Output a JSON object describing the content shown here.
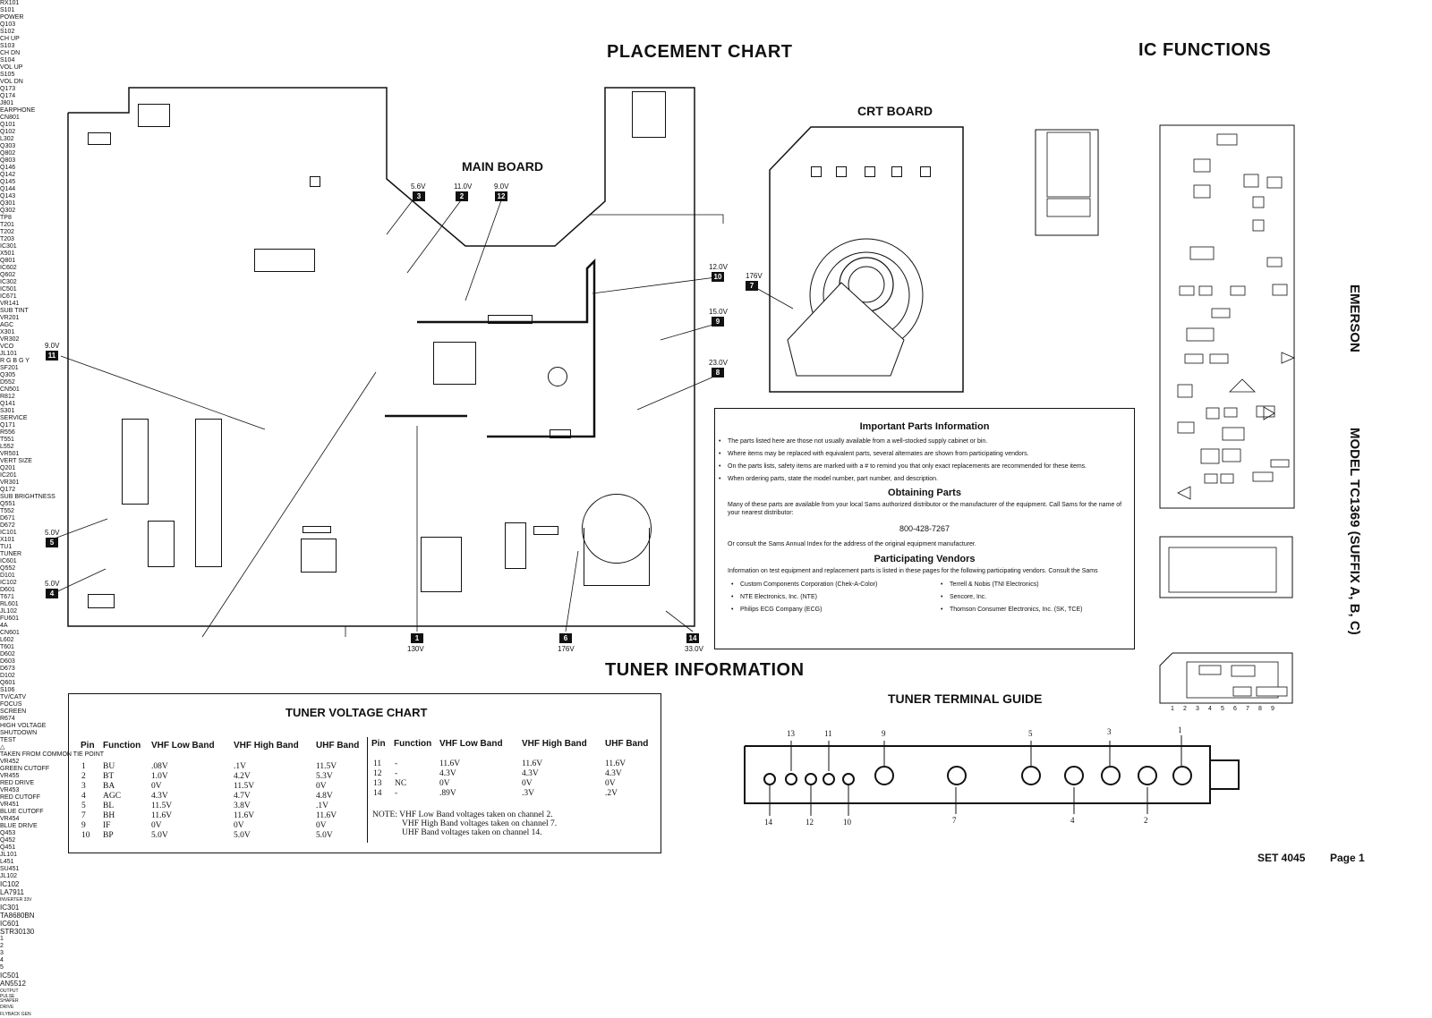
{
  "titles": {
    "placement_chart": "PLACEMENT CHART",
    "ic_functions": "IC FUNCTIONS",
    "main_board": "MAIN BOARD",
    "crt_board": "CRT BOARD",
    "tuner_information": "TUNER INFORMATION",
    "tuner_voltage_chart": "TUNER VOLTAGE CHART",
    "tuner_terminal_guide": "TUNER TERMINAL GUIDE"
  },
  "side_text": {
    "brand": "EMERSON",
    "model": "MODEL TC1369 (SUFFIX A, B, C)"
  },
  "footer": {
    "set": "SET 4045",
    "page": "Page 1"
  },
  "main_board_labels": {
    "rx101": "RX101",
    "s101": "S101",
    "power": "POWER",
    "q103": "Q103",
    "s102": "S102",
    "s103": "S103",
    "s104": "S104",
    "s105": "S105",
    "ch_up": "CH UP",
    "ch_dn": "CH DN",
    "vol_up": "VOL UP",
    "vol_dn": "VOL DN",
    "q173": "Q173",
    "q174": "Q174",
    "j801": "J801",
    "earphone": "EARPHONE",
    "cn801": "CN801",
    "q101": "Q101",
    "q102": "Q102",
    "l302": "L302",
    "q303": "Q303",
    "q802": "Q802",
    "q803": "Q803",
    "q146": "Q146",
    "q142": "Q142",
    "q145": "Q145",
    "q144": "Q144",
    "q143": "Q143",
    "q301": "Q301",
    "q302": "Q302",
    "tp8": "TP8",
    "t201": "T201",
    "t202": "T202",
    "t203": "T203",
    "ic301": "IC301",
    "x501": "X501",
    "q801": "Q801",
    "ic602": "IC602",
    "q602": "Q602",
    "ic302": "IC302",
    "ic501": "IC501",
    "ic671": "IC671",
    "vr141": "VR141",
    "sub_tint": "SUB TINT",
    "vr201": "VR201",
    "agc": "AGC",
    "x301": "X301",
    "vr302": "VR302",
    "vco": "VCO",
    "jl101": "JL101",
    "jl101_pins": "R G B G Y",
    "sf201": "SF201",
    "q305": "Q305",
    "d552": "D552",
    "cn501": "CN501",
    "r812": "R812",
    "q141": "Q141",
    "s301": "S301",
    "service": "SERVICE",
    "q171": "Q171",
    "r556": "R556",
    "t551": "T551",
    "l552": "L552",
    "vr501": "VR501",
    "vert_size": "VERT SIZE",
    "q201": "Q201",
    "ic201": "IC201",
    "vr301": "VR301",
    "q172": "Q172",
    "sub_brightness": "SUB BRIGHTNESS",
    "q551": "Q551",
    "t552": "T552",
    "d671": "D671",
    "d672": "D672",
    "ic101": "IC101",
    "x101": "X101",
    "tu1": "TU1",
    "tuner": "TUNER",
    "ic601": "IC601",
    "q552": "Q552",
    "d101": "D101",
    "ic102": "IC102",
    "d601": "D601",
    "t671": "T671",
    "rl601": "RL601",
    "jl102": "JL102",
    "fu601": "FU601",
    "fu601_rating": "4A",
    "cn601": "CN601",
    "l602": "L602",
    "t601": "T601",
    "d602": "D602",
    "d603": "D603",
    "d673": "D673",
    "d102": "D102",
    "q601": "Q601",
    "s106": "S106",
    "tv_catv": "TV/CATV",
    "focus": "FOCUS",
    "screen": "SCREEN",
    "r674": "R674",
    "hv_shutdown": "HIGH VOLTAGE SHUTDOWN TEST",
    "common_tie": "TAKEN FROM COMMON TIE POINT"
  },
  "test_points": [
    {
      "num": "3",
      "volt": "5.6V"
    },
    {
      "num": "2",
      "volt": "11.0V"
    },
    {
      "num": "12",
      "volt": "9.0V"
    },
    {
      "num": "10",
      "volt": "12.0V"
    },
    {
      "num": "9",
      "volt": "15.0V"
    },
    {
      "num": "8",
      "volt": "23.0V"
    },
    {
      "num": "11",
      "volt": "9.0V"
    },
    {
      "num": "5",
      "volt": "5.0V"
    },
    {
      "num": "4",
      "volt": "5.0V"
    },
    {
      "num": "1",
      "volt": "130V"
    },
    {
      "num": "6",
      "volt": "176V"
    },
    {
      "num": "14",
      "volt": "33.0V"
    },
    {
      "num": "7",
      "volt": "176V"
    }
  ],
  "crt_labels": {
    "vr452": "VR452",
    "green_cutoff": "GREEN CUTOFF",
    "vr455": "VR455",
    "red_drive": "RED DRIVE",
    "vr453": "VR453",
    "red_cutoff": "RED CUTOFF",
    "vr451": "VR451",
    "blue_cutoff": "BLUE CUTOFF",
    "vr454": "VR454",
    "blue_drive": "BLUE DRIVE",
    "q453": "Q453",
    "q452": "Q452",
    "q451": "Q451",
    "jl101": "JL101",
    "l451": "L451",
    "su451": "SU451",
    "jl102": "JL102"
  },
  "ic_diagrams": {
    "ic102": {
      "name": "IC102",
      "part": "LA7911",
      "inverter": "INVERTER 33V"
    },
    "ic301": {
      "name": "IC301",
      "part": "TA8680BN"
    },
    "ic601": {
      "name": "IC601",
      "part": "STR30130",
      "pins": [
        "1",
        "2",
        "3",
        "4",
        "5"
      ]
    },
    "ic501": {
      "name": "IC501",
      "part": "AN5512",
      "blocks": [
        "OUTPUT",
        "PULSE SHAPER",
        "DRIVE",
        "FLYBACK GEN"
      ],
      "pins": [
        "1",
        "2",
        "3",
        "4",
        "5",
        "6",
        "7",
        "8",
        "9"
      ]
    }
  },
  "parts_info": {
    "important_title": "Important Parts Information",
    "bullets": [
      "The parts listed here are those not usually available from a well-stocked supply cabinet or bin.",
      "Where items may be replaced with equivalent parts, several alternates are shown from participating vendors.",
      "On the parts lists, safety items are marked with a # to remind you that only exact replacements are recommended for these items.",
      "When ordering parts, state the model number, part number, and description."
    ],
    "obtaining_title": "Obtaining Parts",
    "obtaining_text": "Many of these parts are available from your local Sams authorized distributor or the manufacturer of the equipment.  Call Sams for the name of your nearest distributor:",
    "phone": "800-428-7267",
    "consult_text": "Or consult the Sams Annual Index for the address of the original equipment manufacturer.",
    "vendors_title": "Participating Vendors",
    "vendors_text": "Information on test equipment and replacement parts is listed in these pages for the following participating vendors.  Consult the Sams",
    "vendors": [
      "Custom Components Corporation (Chek-A-Color)",
      "Terrell & Nobis (TNI Electronics)",
      "NTE Electronics, Inc. (NTE)",
      "Sencore, Inc.",
      "Philips ECG Company (ECG)",
      "Thomson Consumer Electronics, Inc. (SK, TCE)"
    ]
  },
  "tuner_voltage": {
    "headers": [
      "Pin",
      "Function",
      "VHF Low Band",
      "VHF High Band",
      "UHF Band"
    ],
    "left_rows": [
      [
        "1",
        "BU",
        ".08V",
        ".1V",
        "11.5V"
      ],
      [
        "2",
        "BT",
        "1.0V",
        "4.2V",
        "5.3V"
      ],
      [
        "3",
        "BA",
        "0V",
        "11.5V",
        "0V"
      ],
      [
        "4",
        "AGC",
        "4.3V",
        "4.7V",
        "4.8V"
      ],
      [
        "5",
        "BL",
        "11.5V",
        "3.8V",
        ".1V"
      ],
      [
        "7",
        "BH",
        "11.6V",
        "11.6V",
        "11.6V"
      ],
      [
        "9",
        "IF",
        "0V",
        "0V",
        "0V"
      ],
      [
        "10",
        "BP",
        "5.0V",
        "5.0V",
        "5.0V"
      ]
    ],
    "right_rows": [
      [
        "11",
        "-",
        "11.6V",
        "11.6V",
        "11.6V"
      ],
      [
        "12",
        "-",
        "4.3V",
        "4.3V",
        "4.3V"
      ],
      [
        "13",
        "NC",
        "0V",
        "0V",
        "0V"
      ],
      [
        "14",
        "-",
        ".89V",
        ".3V",
        ".2V"
      ]
    ],
    "note": [
      "NOTE: VHF Low Band voltages taken on channel 2.",
      "VHF High Band voltages taken on channel 7.",
      "UHF Band voltages taken on channel 14."
    ]
  },
  "tuner_terminals": {
    "top": [
      "13",
      "11",
      "9",
      "5",
      "3",
      "1"
    ],
    "bottom": [
      "14",
      "12",
      "10",
      "7",
      "4",
      "2"
    ]
  }
}
